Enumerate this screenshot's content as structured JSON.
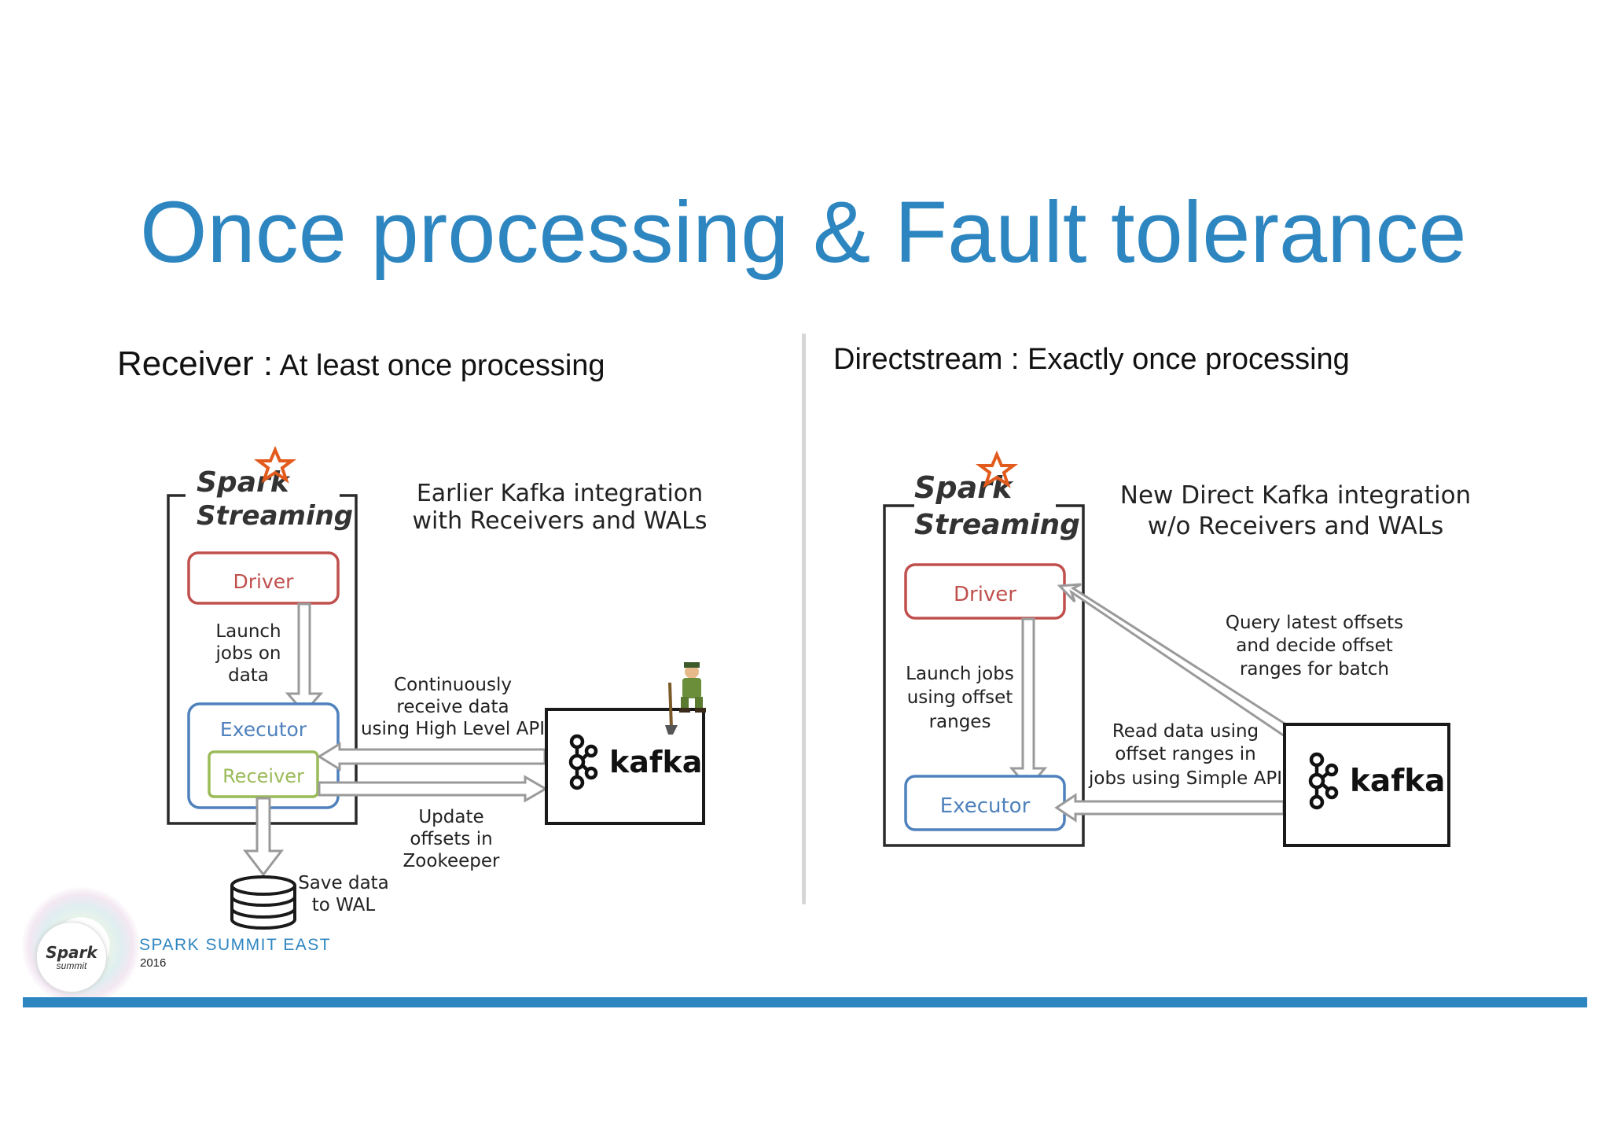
{
  "slide": {
    "title": "Once processing & Fault tolerance"
  },
  "left": {
    "heading_main": "Receiver :",
    "heading_sub": "At least once processing",
    "diagram": {
      "spark_logo_word": "Spark",
      "streaming_label": "Streaming",
      "caption_line1": "Earlier Kafka integration",
      "caption_line2": "with Receivers and WALs",
      "driver_label": "Driver",
      "launch_line1": "Launch",
      "launch_line2": "jobs on",
      "launch_line3": "data",
      "executor_label": "Executor",
      "receiver_label": "Receiver",
      "continuous_line1": "Continuously",
      "continuous_line2": "receive data",
      "continuous_line3": "using High Level API",
      "kafka_label": "kafka",
      "update_line1": "Update",
      "update_line2": "offsets in",
      "update_line3": "Zookeeper",
      "save_line1": "Save data",
      "save_line2": "to WAL"
    }
  },
  "right": {
    "heading_main": "Directstream :",
    "heading_sub": "Exactly once processing",
    "diagram": {
      "spark_logo_word": "Spark",
      "streaming_label": "Streaming",
      "caption_line1": "New Direct Kafka integration",
      "caption_line2": "w/o Receivers and WALs",
      "driver_label": "Driver",
      "query_line1": "Query latest offsets",
      "query_line2": "and decide offset",
      "query_line3": "ranges for batch",
      "launch_line1": "Launch jobs",
      "launch_line2": "using offset",
      "launch_line3": "ranges",
      "read_line1": "Read data using",
      "read_line2": "offset ranges in",
      "read_line3": "jobs using Simple API",
      "executor_label": "Executor",
      "kafka_label": "kafka"
    }
  },
  "footer": {
    "event_name": "SPARK SUMMIT EAST",
    "event_year": "2016",
    "badge_line1": "Spark",
    "badge_line2": "summit"
  },
  "colors": {
    "title_blue": "#2e86c1",
    "driver_red": "#c0504d",
    "executor_blue": "#4f81bd",
    "receiver_green": "#9bbb59",
    "spark_star_orange": "#e25a1c"
  }
}
